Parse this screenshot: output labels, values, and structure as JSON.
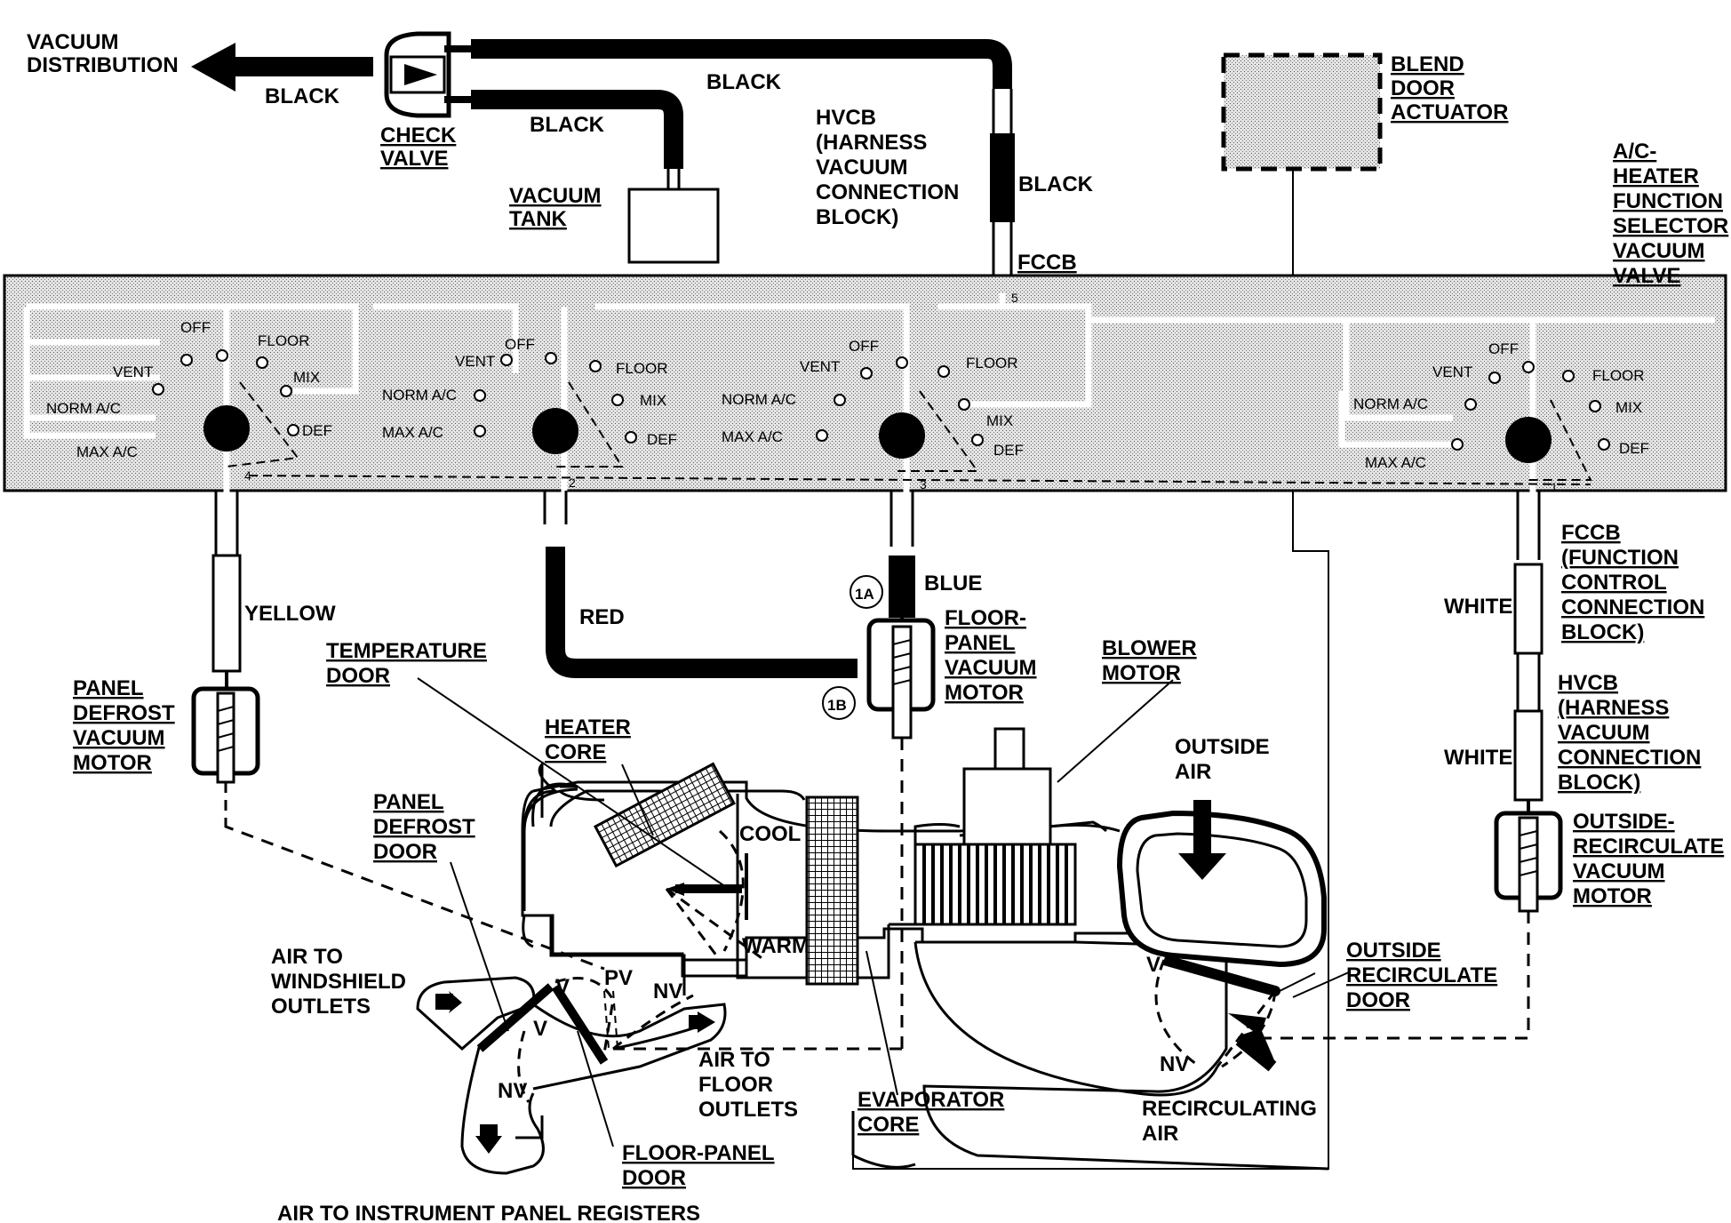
{
  "diagram": {
    "labels": {
      "vacuum_distribution": [
        "VACUUM",
        "DISTRIBUTION"
      ],
      "black_left": "BLACK",
      "check_valve": [
        "CHECK",
        "VALVE"
      ],
      "black_top": "BLACK",
      "black_mid": "BLACK",
      "vacuum_tank": [
        "VACUUM",
        "TANK"
      ],
      "hvcb_top": [
        "HVCB",
        "(HARNESS",
        "VACUUM",
        "CONNECTION",
        "BLOCK)"
      ],
      "black_hvcb": "BLACK",
      "fccb_top": "FCCB",
      "blend_door_actuator": [
        "BLEND",
        "DOOR",
        "ACTUATOR"
      ],
      "selector_valve": [
        "A/C-",
        "HEATER",
        "FUNCTION",
        "SELECTOR",
        "VACUUM",
        "VALVE"
      ],
      "yellow": "YELLOW",
      "red": "RED",
      "blue": "BLUE",
      "port_1a": "1A",
      "port_1b": "1B",
      "floor_panel_motor": [
        "FLOOR-",
        "PANEL",
        "VACUUM",
        "MOTOR"
      ],
      "white_1": "WHITE",
      "white_2": "WHITE",
      "fccb_right": [
        "FCCB",
        "(FUNCTION",
        "CONTROL",
        "CONNECTION",
        "BLOCK)"
      ],
      "hvcb_right": [
        "HVCB",
        "(HARNESS",
        "VACUUM",
        "CONNECTION",
        "BLOCK)"
      ],
      "panel_defrost_motor": [
        "PANEL",
        "DEFROST",
        "VACUUM",
        "MOTOR"
      ],
      "temperature_door": [
        "TEMPERATURE",
        "DOOR"
      ],
      "heater_core": [
        "HEATER",
        "CORE"
      ],
      "blower_motor": [
        "BLOWER",
        "MOTOR"
      ],
      "outside_air": [
        "OUTSIDE",
        "AIR"
      ],
      "outside_recirc_motor": [
        "OUTSIDE-",
        "RECIRCULATE",
        "VACUUM",
        "MOTOR"
      ],
      "panel_defrost_door": [
        "PANEL",
        "DEFROST",
        "DOOR"
      ],
      "cool": "COOL",
      "warm": "WARM",
      "air_to_windshield": [
        "AIR TO",
        "WINDSHIELD",
        "OUTLETS"
      ],
      "outside_recirc_door": [
        "OUTSIDE",
        "RECIRCULATE",
        "DOOR"
      ],
      "v_left": "V",
      "pv": "PV",
      "nv_left": "NV",
      "v_inner": "V",
      "nv_lower": "NV",
      "v_right": "V",
      "nv_right": "NV",
      "air_to_floor": [
        "AIR TO",
        "FLOOR",
        "OUTLETS"
      ],
      "evaporator_core": [
        "EVAPORATOR",
        "CORE"
      ],
      "recirculating_air": [
        "RECIRCULATING",
        "AIR"
      ],
      "floor_panel_door": [
        "FLOOR-PANEL",
        "DOOR"
      ],
      "air_to_registers": "AIR TO INSTRUMENT PANEL REGISTERS"
    },
    "switch_positions": {
      "off": "OFF",
      "vent": "VENT",
      "norm_ac": "NORM A/C",
      "max_ac": "MAX A/C",
      "floor": "FLOOR",
      "mix": "MIX",
      "def": "DEF"
    },
    "port_numbers": [
      "4",
      "2",
      "3",
      "1",
      "5"
    ]
  }
}
